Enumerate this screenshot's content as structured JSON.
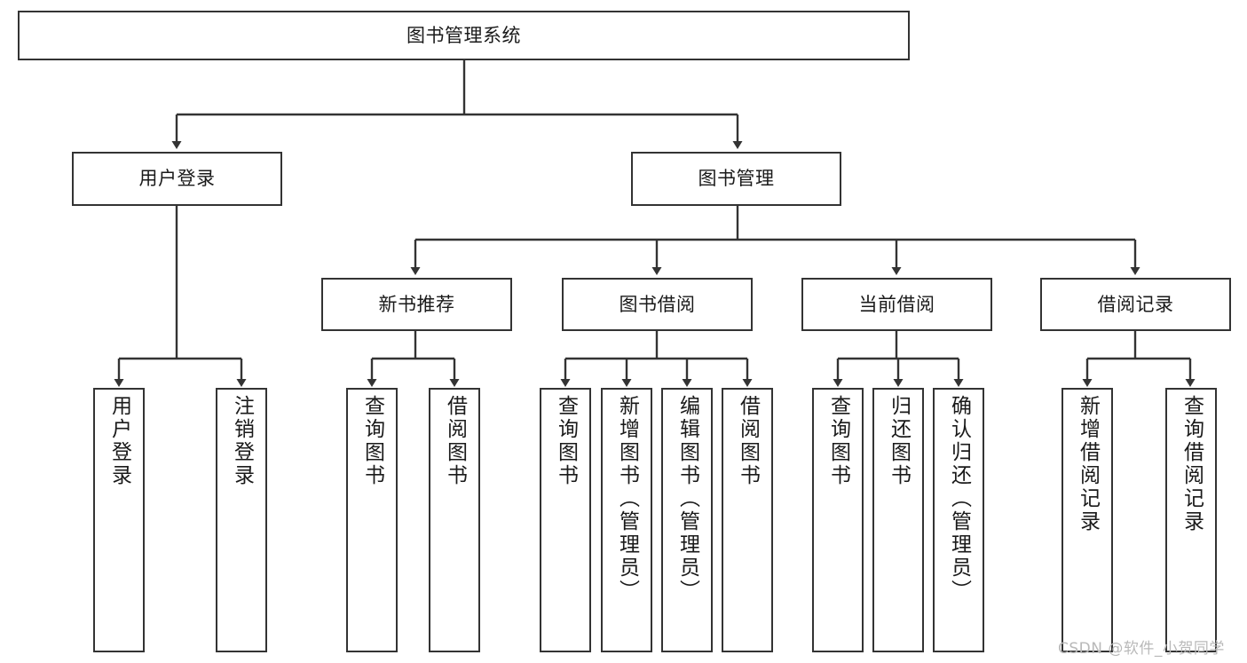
{
  "diagram": {
    "title_node": {
      "label": "图书管理系统"
    },
    "level2": [
      {
        "id": "user-login",
        "label": "用户登录"
      },
      {
        "id": "book-management",
        "label": "图书管理"
      }
    ],
    "level3": [
      {
        "id": "new-book-recommend",
        "label": "新书推荐"
      },
      {
        "id": "book-borrow",
        "label": "图书借阅"
      },
      {
        "id": "current-borrow",
        "label": "当前借阅"
      },
      {
        "id": "borrow-record",
        "label": "借阅记录"
      }
    ],
    "leaves": {
      "user_login": [
        {
          "id": "leaf-user-login",
          "label": "用户登录"
        },
        {
          "id": "leaf-logout-login",
          "label": "注销登录"
        }
      ],
      "new_book_recommend": [
        {
          "id": "leaf-query-book-1",
          "label": "查询图书"
        },
        {
          "id": "leaf-borrow-book-1",
          "label": "借阅图书"
        }
      ],
      "book_borrow": [
        {
          "id": "leaf-query-book-2",
          "label": "查询图书"
        },
        {
          "id": "leaf-add-book",
          "label": "新增图书（管理员）"
        },
        {
          "id": "leaf-edit-book",
          "label": "编辑图书（管理员）"
        },
        {
          "id": "leaf-borrow-book-2",
          "label": "借阅图书"
        }
      ],
      "current_borrow": [
        {
          "id": "leaf-query-book-3",
          "label": "查询图书"
        },
        {
          "id": "leaf-return-book",
          "label": "归还图书"
        },
        {
          "id": "leaf-confirm-return",
          "label": "确认归还（管理员）"
        }
      ],
      "borrow_record": [
        {
          "id": "leaf-add-borrow-record",
          "label": "新增借阅记录"
        },
        {
          "id": "leaf-query-borrow-record",
          "label": "查询借阅记录"
        }
      ]
    }
  },
  "watermark": {
    "text": "CSDN @软件_小贺同学"
  },
  "colors": {
    "border": "#333333",
    "text": "#1a1a1a",
    "background": "#ffffff",
    "watermark": "#b9b9b9"
  }
}
